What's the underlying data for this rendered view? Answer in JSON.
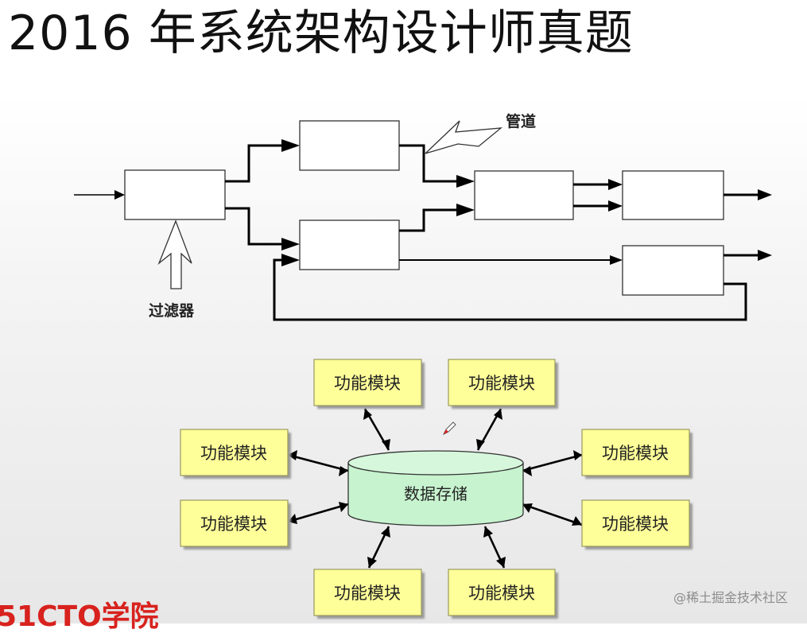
{
  "slide": {
    "title": "2016 年系统架构设计师真题"
  },
  "pipe_filter_diagram": {
    "labels": {
      "pipe": "管道",
      "filter": "过滤器"
    }
  },
  "repository_diagram": {
    "center": {
      "label": "数据存储"
    },
    "modules": [
      {
        "label": "功能模块"
      },
      {
        "label": "功能模块"
      },
      {
        "label": "功能模块"
      },
      {
        "label": "功能模块"
      },
      {
        "label": "功能模块"
      },
      {
        "label": "功能模块"
      },
      {
        "label": "功能模块"
      },
      {
        "label": "功能模块"
      }
    ]
  },
  "branding": {
    "logo": "51CTO学院",
    "watermark": "@稀土掘金技术社区"
  },
  "colors": {
    "module_fill": "#ffff99",
    "storage_fill": "#c7f3cf",
    "logo_red": "#d8221e"
  }
}
